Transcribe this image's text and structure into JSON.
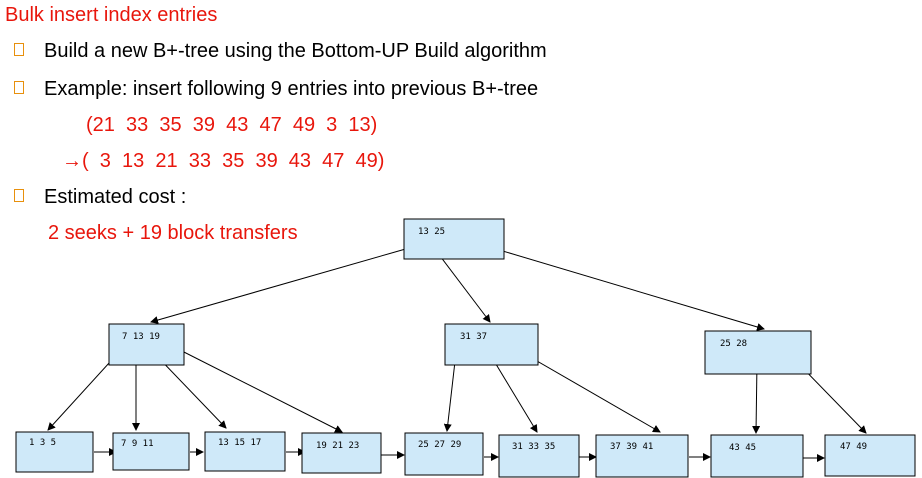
{
  "slide": {
    "title": "Bulk insert index entries",
    "bullets": [
      "Build a new B+-tree using the Bottom-UP Build algorithm",
      "Example: insert  following 9  entries  into previous B+-tree",
      "Estimated  cost :"
    ],
    "entries_unsorted": "(21  33  35  39  43  47  49  3  13)",
    "entries_sorted": "→(  3  13  21  33  35  39  43  47  49)",
    "cost_value": "2 seeks + 19 block transfers"
  },
  "tree": {
    "root": "13  25",
    "internal": [
      "7  13  19",
      "31  37",
      "25  28"
    ],
    "leaves": [
      "1  3  5",
      "7  9  11",
      "13  15  17",
      "19  21  23",
      "25  27  29",
      "31  33  35",
      "37  39  41",
      "43  45",
      "47  49"
    ]
  },
  "colors": {
    "accent_red": "#e8160c",
    "node_fill": "#cfe9f9",
    "bullet_orange": "#e8900c"
  }
}
